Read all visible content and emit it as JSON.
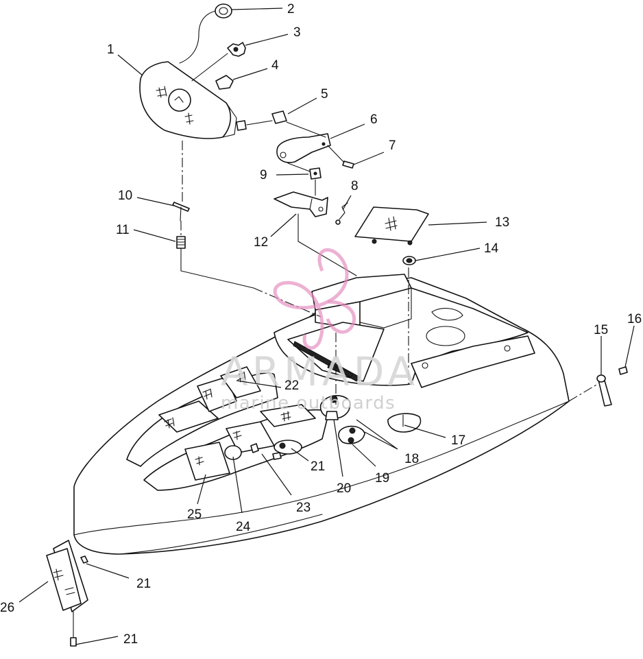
{
  "watermark": {
    "brand": "ARMADA",
    "tagline": "marine outboards",
    "logo_color": "#e58cbf"
  },
  "callouts": [
    {
      "id": "c1",
      "label": "1"
    },
    {
      "id": "c2",
      "label": "2"
    },
    {
      "id": "c3",
      "label": "3"
    },
    {
      "id": "c4",
      "label": "4"
    },
    {
      "id": "c5",
      "label": "5"
    },
    {
      "id": "c6",
      "label": "6"
    },
    {
      "id": "c7",
      "label": "7"
    },
    {
      "id": "c8",
      "label": "8"
    },
    {
      "id": "c9",
      "label": "9"
    },
    {
      "id": "c10",
      "label": "10"
    },
    {
      "id": "c11",
      "label": "11"
    },
    {
      "id": "c12",
      "label": "12"
    },
    {
      "id": "c13",
      "label": "13"
    },
    {
      "id": "c14",
      "label": "14"
    },
    {
      "id": "c15",
      "label": "15"
    },
    {
      "id": "c16",
      "label": "16"
    },
    {
      "id": "c17",
      "label": "17"
    },
    {
      "id": "c18",
      "label": "18"
    },
    {
      "id": "c19",
      "label": "19"
    },
    {
      "id": "c20",
      "label": "20"
    },
    {
      "id": "c21a",
      "label": "21"
    },
    {
      "id": "c22",
      "label": "22"
    },
    {
      "id": "c23",
      "label": "23"
    },
    {
      "id": "c24",
      "label": "24"
    },
    {
      "id": "c25",
      "label": "25"
    },
    {
      "id": "c21b",
      "label": "21"
    },
    {
      "id": "c21c",
      "label": "21"
    },
    {
      "id": "c26",
      "label": "26"
    }
  ]
}
